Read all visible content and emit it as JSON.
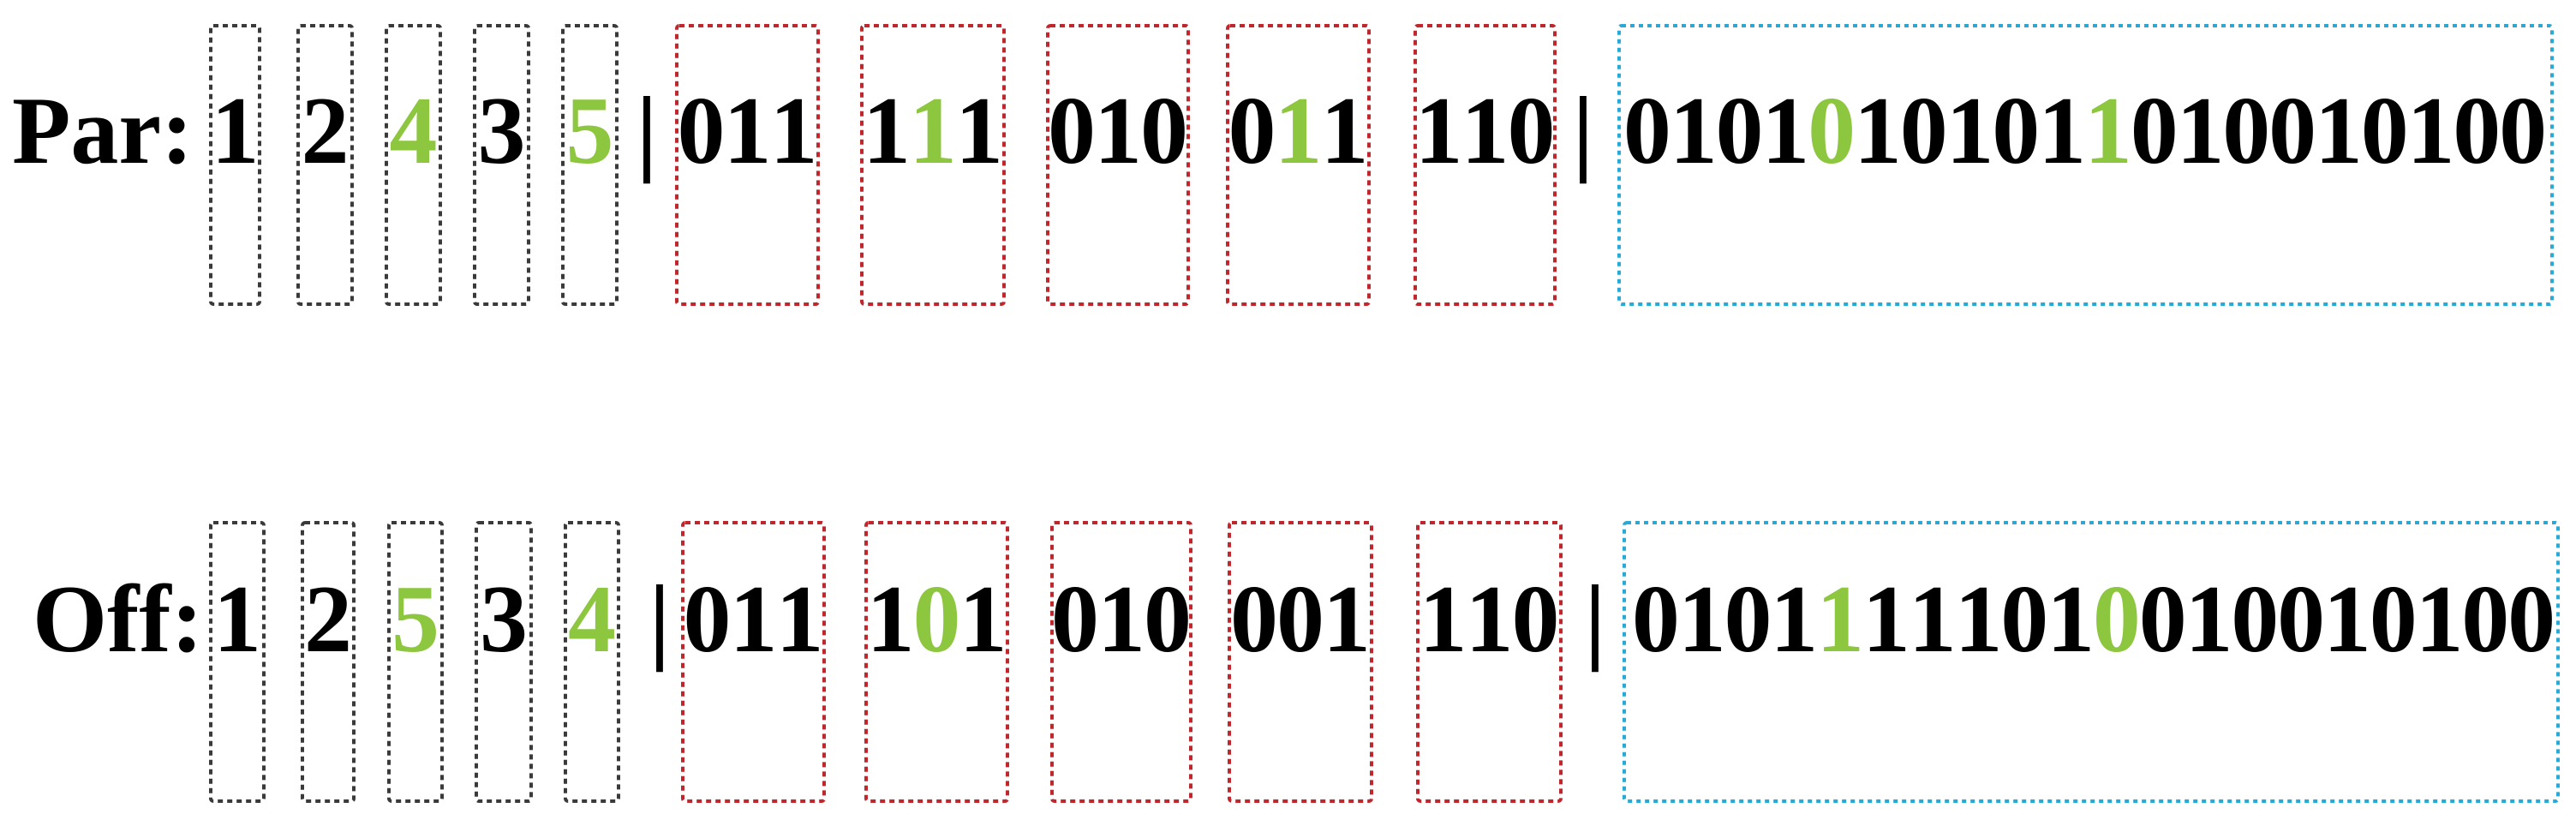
{
  "colors": {
    "text": "#000000",
    "highlight": "#8DC63F",
    "position_box": "#3A3A3A",
    "chunk_box": "#C0272D",
    "bitstring_box": "#29A9D6"
  },
  "rows": [
    {
      "label": "Par:",
      "positions": [
        {
          "text": "1",
          "highlight": false
        },
        {
          "text": "2",
          "highlight": false
        },
        {
          "text": "4",
          "highlight": true
        },
        {
          "text": "3",
          "highlight": false
        },
        {
          "text": "5",
          "highlight": true
        }
      ],
      "separator_1": "|",
      "chunks": [
        {
          "text": "011",
          "highlight_index": -1
        },
        {
          "text": "111",
          "highlight_index": 1
        },
        {
          "text": "010",
          "highlight_index": -1
        },
        {
          "text": "011",
          "highlight_index": 1
        },
        {
          "text": "110",
          "highlight_index": -1
        }
      ],
      "separator_2": "|",
      "bitstring": "01010101011010010100",
      "bitstring_highlights": [
        4,
        10
      ]
    },
    {
      "label": "Off:",
      "positions": [
        {
          "text": "1",
          "highlight": false
        },
        {
          "text": "2",
          "highlight": false
        },
        {
          "text": "5",
          "highlight": true
        },
        {
          "text": "3",
          "highlight": false
        },
        {
          "text": "4",
          "highlight": true
        }
      ],
      "separator_1": "|",
      "chunks": [
        {
          "text": "011",
          "highlight_index": -1
        },
        {
          "text": "101",
          "highlight_index": 1
        },
        {
          "text": "010",
          "highlight_index": -1
        },
        {
          "text": "001",
          "highlight_index": -1
        },
        {
          "text": "110",
          "highlight_index": -1
        }
      ],
      "separator_2": "|",
      "bitstring": "01011111010010010100",
      "bitstring_highlights": [
        4,
        10
      ]
    }
  ]
}
